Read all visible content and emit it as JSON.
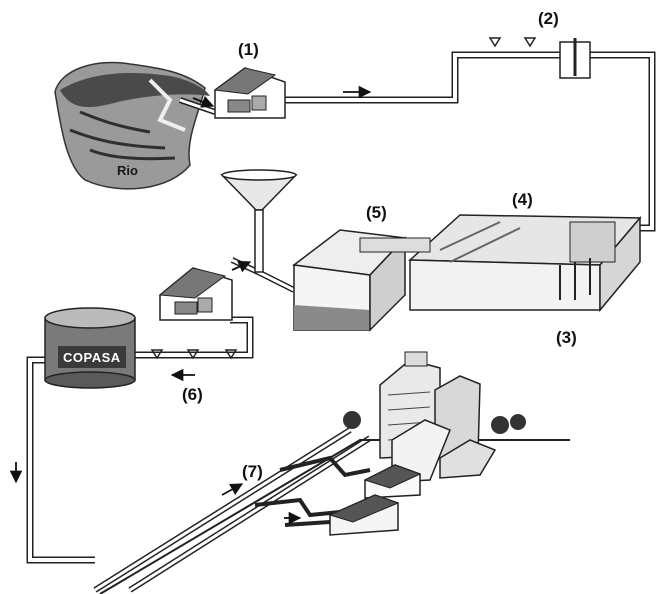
{
  "labels": {
    "step1": "(1)",
    "step2": "(2)",
    "step3": "(3)",
    "step4": "(4)",
    "step5": "(5)",
    "step6": "(6)",
    "step7": "(7)",
    "river": "Rio",
    "reservoir_brand": "COPASA"
  }
}
